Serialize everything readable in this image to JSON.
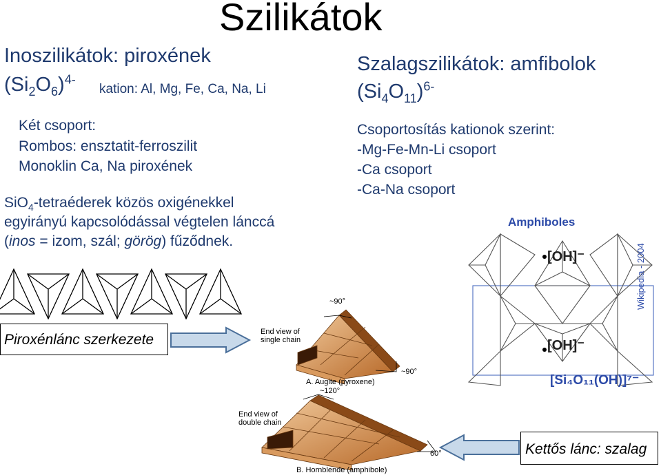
{
  "title": "Szilikátok",
  "left": {
    "heading": "Inoszilikátok: piroxének",
    "formula": {
      "si": "(Si",
      "si_sub": "2",
      "o": "O",
      "o_sub": "6",
      "close": ")",
      "charge": "4-"
    },
    "cation": "kation: Al, Mg, Fe, Ca, Na, Li",
    "groups": [
      "Két csoport:",
      "Rombos: ensztatit-ferroszilit",
      "Monoklin Ca, Na piroxének"
    ],
    "desc": {
      "line1_pre": "SiO",
      "line1_sub": "4",
      "line1_post": "-tetraéderek közös oxigénekkel",
      "line2": "egyirányú kapcsolódással végtelen lánccá",
      "line3_open": "(",
      "line3_inos": "inos",
      "line3_mid": " = izom, szál; ",
      "line3_greek": "görög",
      "line3_end": ") fűződnek."
    },
    "chain_label": "Piroxénlánc szerkezete"
  },
  "right": {
    "heading": "Szalagszilikátok: amfibolok",
    "formula": {
      "si": "(Si",
      "si_sub": "4",
      "o": "O",
      "o_sub": "11",
      "close": ")",
      "charge": "6-"
    },
    "groups": [
      "Csoportosítás kationok szerint:",
      "-Mg-Fe-Mn-Li csoport",
      "-Ca csoport",
      "-Ca-Na csoport"
    ],
    "band_label": "Kettős lánc: szalag"
  },
  "amphibole_figure": {
    "title": "Amphiboles",
    "oh1": "[OH]⁻",
    "oh2": "[OH]⁻",
    "formula": "[Si₄O₁₁(OH)]⁷⁻",
    "watermark": "Wikipedia - 2004"
  },
  "model_figure": {
    "angle_top": "~90°",
    "end_view_single": [
      "End view of",
      "single chain"
    ],
    "angle_right1": "~90°",
    "caption_a": "A. Augite (pyroxene)",
    "angle_mid": "~120°",
    "end_view_double": [
      "End view of",
      "double chain"
    ],
    "angle_right2": "60°",
    "caption_b": "B. Hornblende (amphibole)"
  },
  "colors": {
    "heading_blue": "#1f3a6e",
    "arrow_fill": "#c8d9ea",
    "arrow_stroke": "#4a6f9a",
    "model_brown": "#b86a2a",
    "model_light": "#f0c89a",
    "amph_frame": "#4a6cc0"
  }
}
